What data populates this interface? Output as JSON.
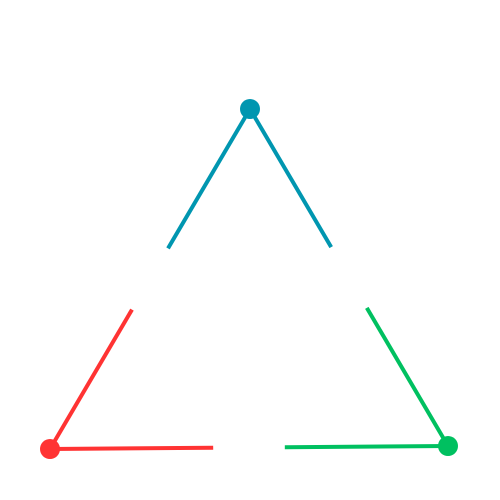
{
  "diagram": {
    "nodes": [
      {
        "id": "top",
        "color": "#0096b0"
      },
      {
        "id": "bottom-left",
        "color": "#ff3333"
      },
      {
        "id": "bottom-right",
        "color": "#00c060"
      }
    ],
    "edges": [
      {
        "from": "top",
        "to": "bottom-left",
        "color": "#0096b0",
        "owner": "top"
      },
      {
        "from": "top",
        "to": "bottom-right",
        "color": "#0096b0",
        "owner": "top"
      },
      {
        "from": "bottom-left",
        "to": "top",
        "color": "#ff3333",
        "owner": "bottom-left"
      },
      {
        "from": "bottom-left",
        "to": "bottom-right",
        "color": "#ff3333",
        "owner": "bottom-left"
      },
      {
        "from": "bottom-right",
        "to": "top",
        "color": "#00c060",
        "owner": "bottom-right"
      },
      {
        "from": "bottom-right",
        "to": "bottom-left",
        "color": "#00c060",
        "owner": "bottom-right"
      }
    ]
  }
}
